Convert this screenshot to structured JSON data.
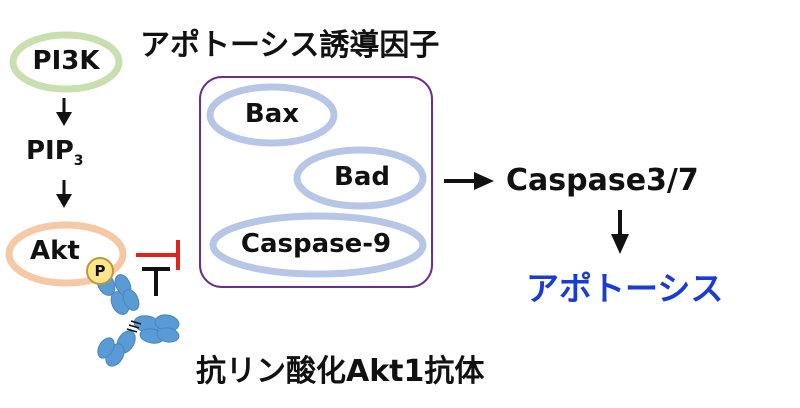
{
  "diagram": {
    "factors_title": "アポトーシス誘導因子",
    "nodes": {
      "pi3k": "PI3K",
      "pip3_base": "PIP",
      "pip3_sub": "3",
      "akt": "Akt",
      "phospho": "P",
      "bax": "Bax",
      "bad": "Bad",
      "caspase9": "Caspase-9",
      "caspase37": "Caspase3/7",
      "apoptosis": "アポトーシス"
    },
    "antibody_label": "抗リン酸化Akt1抗体"
  },
  "colors": {
    "pi3k_ring": "#c9dfb0",
    "akt_ring": "#f6c9a6",
    "factor_ring": "#b7c6e6",
    "factor_box": "#6a2f8e",
    "phospho_fill": "#fce58c",
    "antibody": "#5b9bd5",
    "inhibit": "#e0231c",
    "apoptosis_text": "#1a3bd6"
  }
}
